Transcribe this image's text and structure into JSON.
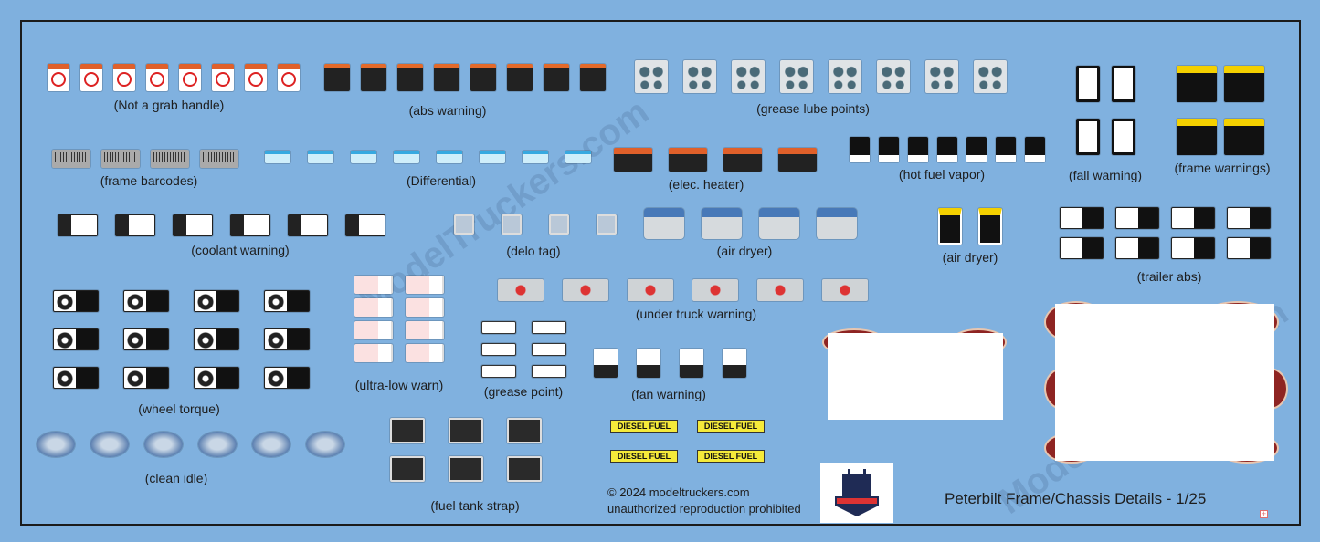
{
  "groups": [
    {
      "id": "nograb",
      "label": "(Not a grab handle)",
      "count": 8
    },
    {
      "id": "abs",
      "label": "(abs warning)",
      "count": 8
    },
    {
      "id": "lube",
      "label": "(grease lube points)",
      "count": 8
    },
    {
      "id": "fall",
      "label": "(fall warning)",
      "count": 4
    },
    {
      "id": "framew",
      "label": "(frame warnings)",
      "count": 4
    },
    {
      "id": "barcode",
      "label": "(frame barcodes)",
      "count": 4
    },
    {
      "id": "diff",
      "label": "(Differential)",
      "count": 8
    },
    {
      "id": "heat",
      "label": "(elec. heater)",
      "count": 4
    },
    {
      "id": "vapor",
      "label": "(hot fuel vapor)",
      "count": 7
    },
    {
      "id": "cool",
      "label": "(coolant warning)",
      "count": 6
    },
    {
      "id": "delo",
      "label": "(delo tag)",
      "count": 4
    },
    {
      "id": "dryer",
      "label": "(air dryer)",
      "count": 4
    },
    {
      "id": "dryer2",
      "label": "(air dryer)",
      "count": 2
    },
    {
      "id": "trailer",
      "label": "(trailer abs)",
      "count": 8
    },
    {
      "id": "wheel",
      "label": "(wheel torque)",
      "count": 12
    },
    {
      "id": "ultra",
      "label": "(ultra-low warn)",
      "count": 8
    },
    {
      "id": "gpoint",
      "label": "(grease point)",
      "count": 6
    },
    {
      "id": "under",
      "label": "(under truck warning)",
      "count": 6
    },
    {
      "id": "fan",
      "label": "(fan warning)",
      "count": 4
    },
    {
      "id": "idle",
      "label": "(clean idle)",
      "count": 6
    },
    {
      "id": "strap",
      "label": "(fuel tank strap)",
      "count": 6
    }
  ],
  "diesel_label": "DIESEL FUEL",
  "copyright": "© 2024 modeltruckers.com",
  "notice": "unauthorized reproduction prohibited",
  "title": "Peterbilt Frame/Chassis Details - 1/25",
  "watermark": "ModelTruckers.com",
  "colors": {
    "background": "#80b1df",
    "border": "#1b1b1b",
    "oval": "#8e2422",
    "diesel": "#f5ea3a"
  }
}
